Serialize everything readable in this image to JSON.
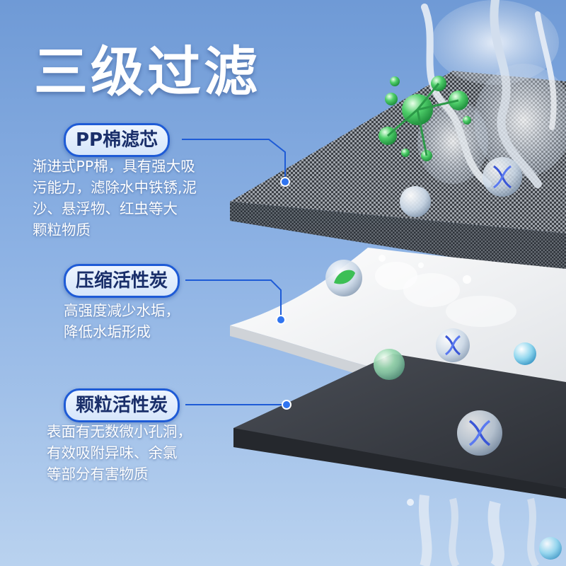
{
  "title": "三级过滤",
  "layers": [
    {
      "label": "PP棉滤芯",
      "lines": [
        "渐进式PP棉，具有强大吸",
        "污能力，滤除水中铁锈,泥",
        "沙、悬浮物、红虫等大",
        "颗粒物质"
      ]
    },
    {
      "label": "压缩活性炭",
      "lines": [
        "高强度减少水垢，",
        "降低水垢形成"
      ]
    },
    {
      "label": "颗粒活性炭",
      "lines": [
        "表面有无数微小孔洞，",
        "有效吸附异味、余氯",
        "等部分有害物质"
      ]
    }
  ],
  "colors": {
    "accent": "#1e5bd6",
    "background_top": "#6f9ad6",
    "background_bottom": "#b9d2ef",
    "pill_fill": "#e4efff",
    "mesh_layer": "#7a7f87",
    "white_layer": "#f2f3f4",
    "dark_layer": "#3c4048"
  },
  "icons": [
    "dna-bubble-icon",
    "green-bubble-icon",
    "leaf-bubble-icon",
    "crystal-bubble-icon",
    "water-splash-icon"
  ]
}
